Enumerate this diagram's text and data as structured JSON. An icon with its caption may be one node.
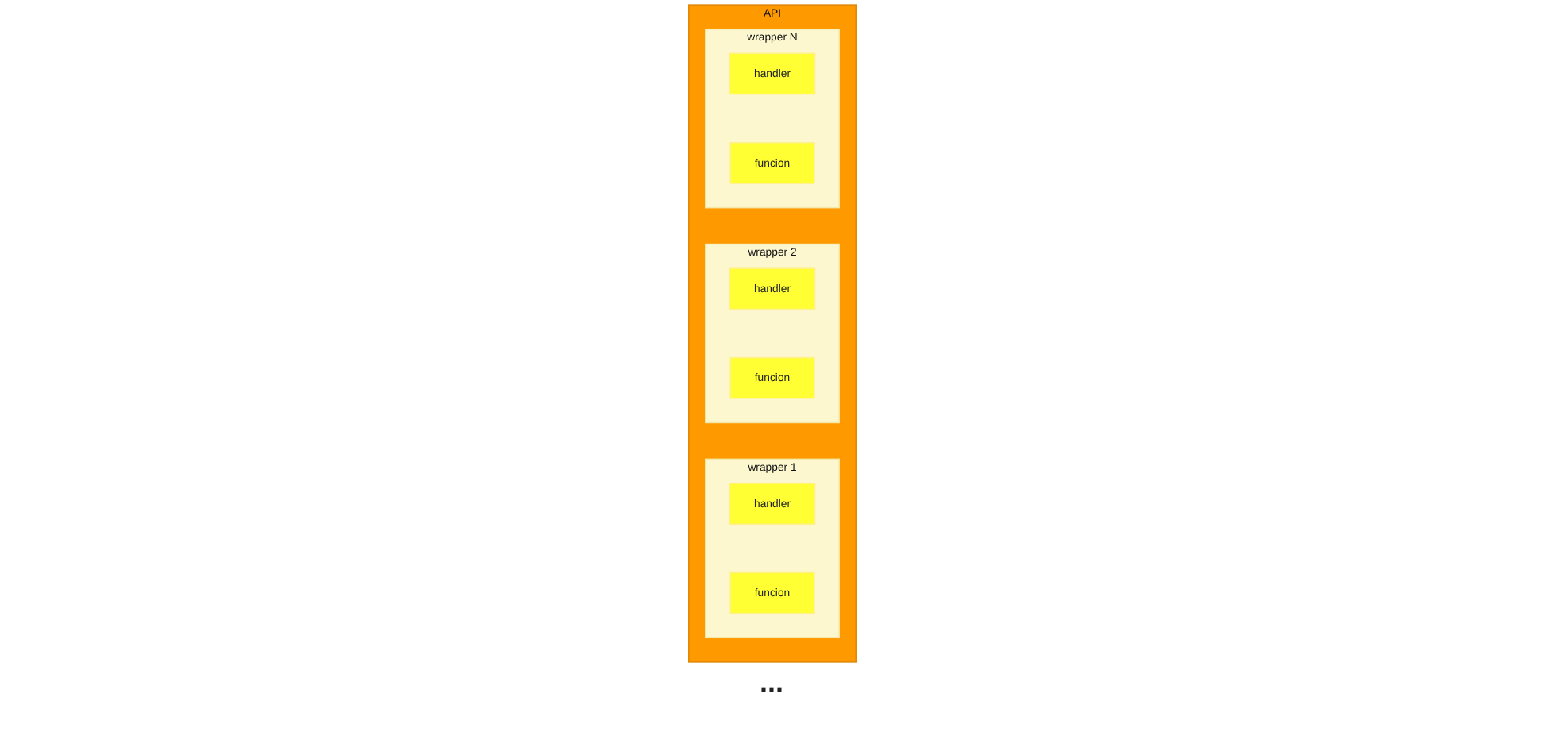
{
  "diagram": {
    "nodes": [
      {
        "text": [
          "API"
        ]
      },
      {
        "text": [
          "wrapper 1"
        ],
        "in": 0
      },
      {
        "text": [
          "handler"
        ],
        "in": 1
      },
      {
        "text": [
          "funcion"
        ],
        "in": 1
      },
      {
        "text": [
          "wrapper 2"
        ],
        "in": 0
      },
      {
        "text": [
          "handler"
        ],
        "in": 4
      },
      {
        "text": [
          "funcion"
        ],
        "in": 4
      },
      {
        "text": [
          "wrapper N"
        ],
        "in": 0
      },
      {
        "text": [
          "handler"
        ],
        "in": 7
      },
      {
        "text": [
          "funcion"
        ],
        "in": 7
      }
    ],
    "labels": [
      "..."
    ]
  }
}
